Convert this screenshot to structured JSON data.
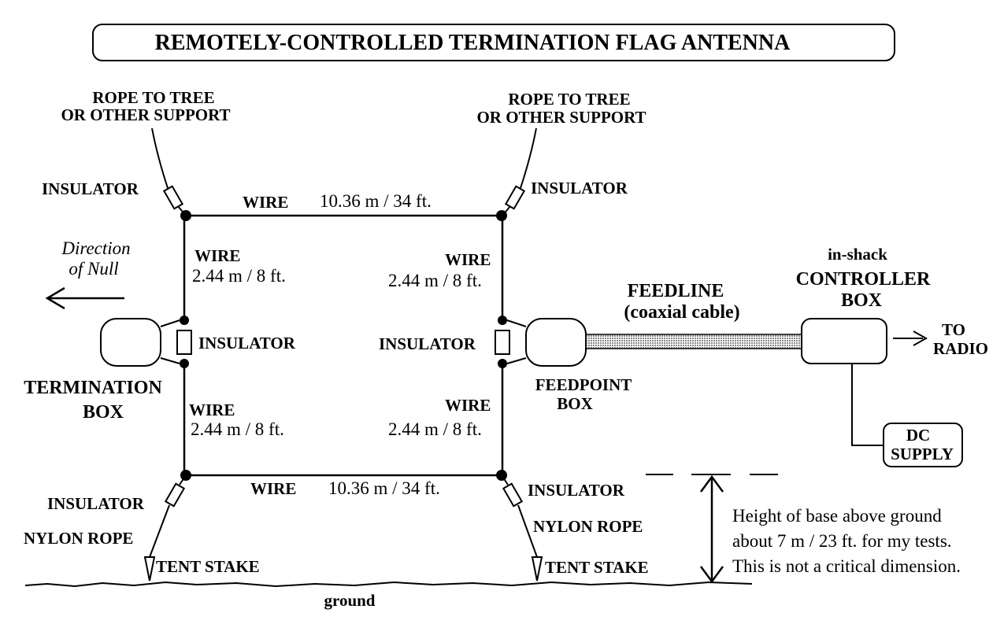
{
  "title": "REMOTELY-CONTROLLED TERMINATION  FLAG ANTENNA",
  "labels": {
    "rope_left_1": "ROPE TO TREE",
    "rope_left_2": "OR OTHER SUPPORT",
    "rope_right_1": "ROPE TO TREE",
    "rope_right_2": "OR OTHER SUPPORT",
    "insulator_top_left": "INSULATOR",
    "insulator_top_right": "INSULATOR",
    "wire_top": "WIRE",
    "wire_top_dim": "10.36 m / 34 ft.",
    "direction_1": "Direction",
    "direction_2": "of Null",
    "wire_left_upper": "WIRE",
    "wire_left_upper_dim": "2.44 m / 8 ft.",
    "wire_right_upper": "WIRE",
    "wire_right_upper_dim": "2.44 m / 8 ft.",
    "insulator_mid_left": "INSULATOR",
    "insulator_mid_right": "INSULATOR",
    "termination_1": "TERMINATION",
    "termination_2": "BOX",
    "wire_left_lower": "WIRE",
    "wire_left_lower_dim": "2.44 m / 8 ft.",
    "wire_right_lower": "WIRE",
    "wire_right_lower_dim": "2.44 m / 8 ft.",
    "feedline_1": "FEEDLINE",
    "feedline_2": "(coaxial  cable)",
    "controller_1": "in-shack",
    "controller_2": "CONTROLLER",
    "controller_3": "BOX",
    "to_radio_1": "TO",
    "to_radio_2": "RADIO",
    "feedpoint_1": "FEEDPOINT",
    "feedpoint_2": "BOX",
    "dc_1": "DC",
    "dc_2": "SUPPLY",
    "insulator_bot_left": "INSULATOR",
    "insulator_bot_right": "INSULATOR",
    "wire_bottom": "WIRE",
    "wire_bottom_dim": "10.36 m / 34 ft.",
    "nylon_left": "NYLON ROPE",
    "nylon_right": "NYLON ROPE",
    "stake_left": "TENT STAKE",
    "stake_right": "TENT STAKE",
    "ground": "ground",
    "height_1": "Height of base above ground",
    "height_2": "about 7 m / 23 ft. for my tests.",
    "height_3": "This is not a critical dimension."
  }
}
